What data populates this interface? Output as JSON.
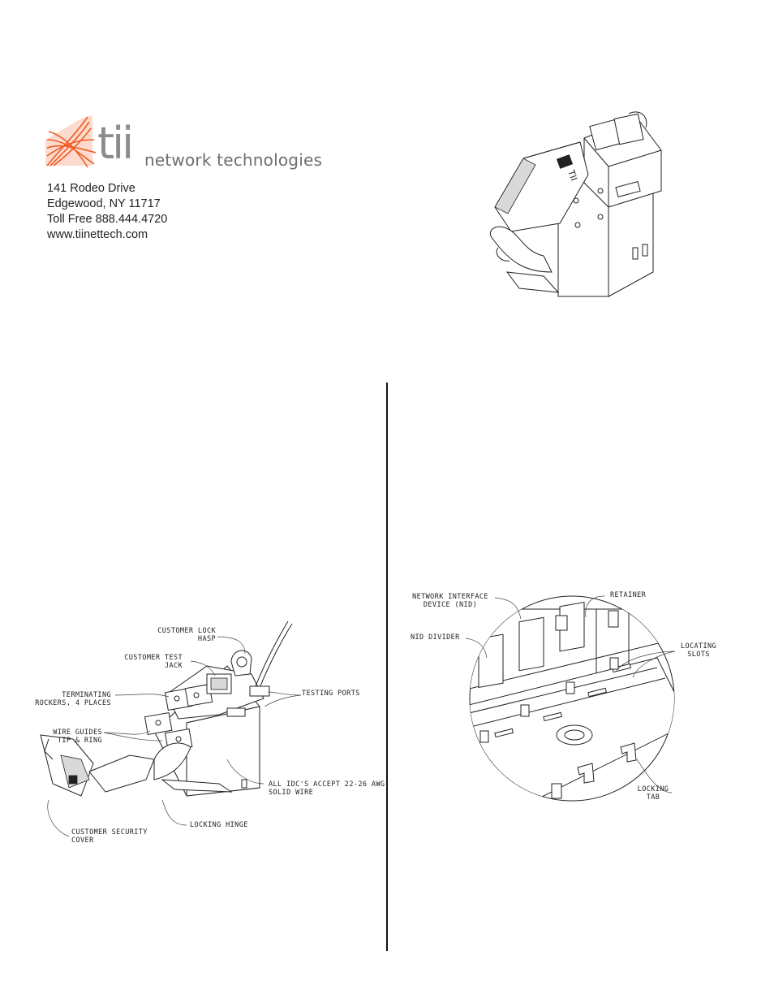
{
  "brand": {
    "short_name": "tii",
    "tagline": "network technologies",
    "accent_color": "#f15a22",
    "logo_icon": "swoosh-logo-icon"
  },
  "address": {
    "street": "141 Rodeo Drive",
    "city": "Edgewood, NY 11717",
    "phone": "Toll Free 888.444.4720",
    "website": "www.tiinettech.com"
  },
  "product_photo": {
    "icon": "nid-module-drawing-icon",
    "label_text": "TII"
  },
  "left_diagram": {
    "labels": {
      "lock_hasp_1": "CUSTOMER LOCK",
      "lock_hasp_2": "HASP",
      "test_jack_1": "CUSTOMER TEST",
      "test_jack_2": "JACK",
      "rockers_1": "TERMINATING",
      "rockers_2": "ROCKERS, 4 PLACES",
      "testing_ports": "TESTING PORTS",
      "wire_guides_1": "WIRE GUIDES",
      "wire_guides_2": "TIP & RING",
      "idc_1": "ALL IDC'S ACCEPT 22-26 AWG",
      "idc_2": "SOLID WIRE",
      "locking_hinge": "LOCKING HINGE",
      "security_cover_1": "CUSTOMER SECURITY",
      "security_cover_2": "COVER"
    }
  },
  "right_diagram": {
    "labels": {
      "nid_1": "NETWORK INTERFACE",
      "nid_2": "DEVICE (NID)",
      "retainer": "RETAINER",
      "nid_divider": "NID DIVIDER",
      "locating_1": "LOCATING",
      "locating_2": "SLOTS",
      "locking_tab_1": "LOCKING",
      "locking_tab_2": "TAB"
    }
  }
}
